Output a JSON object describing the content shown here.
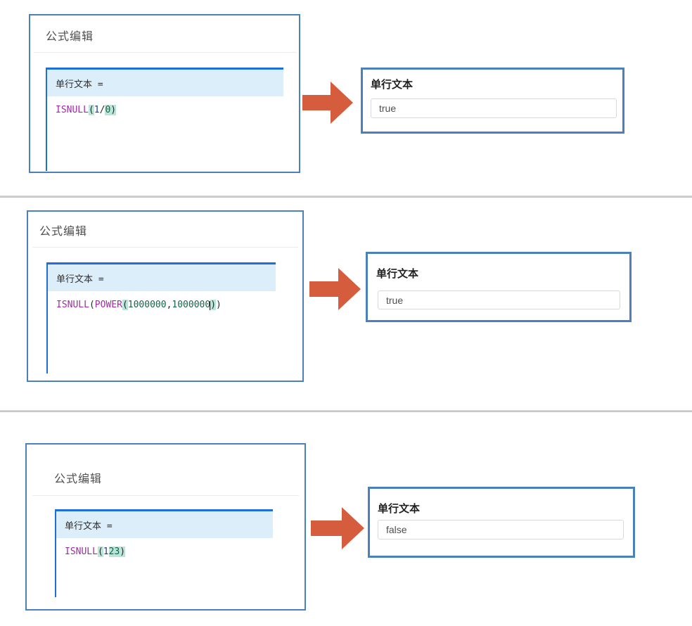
{
  "colors": {
    "panel_border": "#4a80bb",
    "editor_accent": "#1d6fdc",
    "editor_header_bg": "#ddeefb",
    "arrow": "#d65c3e",
    "keyword": "#a12ba5",
    "number": "#116644",
    "navy": "#1d3d8f",
    "bracket_highlight": "#b9e5da"
  },
  "arrow_icon": "thick-right-arrow",
  "examples": [
    {
      "title": "公式编辑",
      "editor_header": "单行文本 =",
      "code_tokens": [
        {
          "text": "ISNULL",
          "color": "keyword"
        },
        {
          "text": "(",
          "highlight": true
        },
        {
          "text": "1",
          "color": "navy"
        },
        {
          "text": "/"
        },
        {
          "text": "0",
          "color": "number",
          "highlight": true
        },
        {
          "text": ")",
          "highlight": true
        }
      ],
      "result_label": "单行文本",
      "result_value": "true"
    },
    {
      "title": "公式编辑",
      "editor_header": "单行文本 =",
      "code_tokens": [
        {
          "text": "ISNULL",
          "color": "keyword"
        },
        {
          "text": "("
        },
        {
          "text": "POWER",
          "color": "keyword"
        },
        {
          "text": "(",
          "highlight": true
        },
        {
          "text": "1000000",
          "color": "number"
        },
        {
          "text": ","
        },
        {
          "text": "1000000",
          "color": "number"
        },
        {
          "caret": true
        },
        {
          "text": ")",
          "highlight": true
        },
        {
          "text": ")"
        }
      ],
      "result_label": "单行文本",
      "result_value": "true"
    },
    {
      "title": "公式编辑",
      "editor_header": "单行文本 =",
      "code_tokens": [
        {
          "text": "ISNULL",
          "color": "keyword"
        },
        {
          "text": "(",
          "highlight": true
        },
        {
          "text": "1",
          "color": "navy"
        },
        {
          "text": "2",
          "color": "number",
          "highlight": true
        },
        {
          "text": "3",
          "color": "number",
          "highlight": true
        },
        {
          "text": ")",
          "highlight": true
        }
      ],
      "result_label": "单行文本",
      "result_value": "false"
    }
  ]
}
